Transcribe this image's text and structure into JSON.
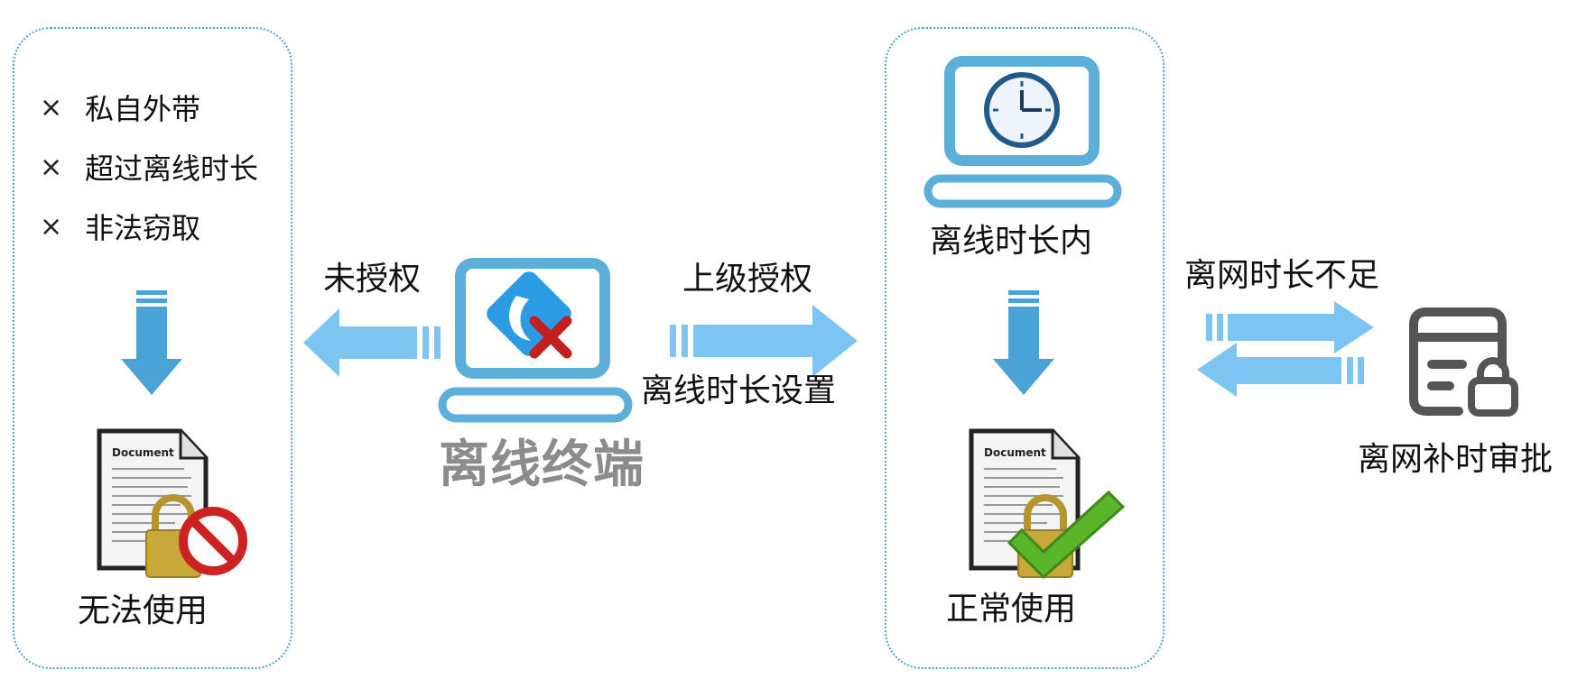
{
  "left_panel": {
    "restrictions": [
      {
        "icon": "cross-icon",
        "mark": "×",
        "label": "私自外带"
      },
      {
        "icon": "cross-icon",
        "mark": "×",
        "label": "超过离线时长"
      },
      {
        "icon": "cross-icon",
        "mark": "×",
        "label": "非法窃取"
      }
    ],
    "result_label": "无法使用"
  },
  "center": {
    "label": "离线终端",
    "left_arrow_label": "未授权",
    "right_arrow_top_label": "上级授权",
    "right_arrow_bottom_label": "离线时长设置"
  },
  "middle_panel": {
    "top_label": "离线时长内",
    "result_label": "正常使用"
  },
  "right": {
    "arrow_label": "离网时长不足",
    "approval_label": "离网补时审批"
  },
  "document_icon": {
    "title": "Document"
  },
  "colors": {
    "panel_border": "#4aa3d6",
    "laptop_blue": "#5bafd9",
    "arrow_light_blue": "#7cc4f2",
    "arrow_mid_blue": "#4aa3d6",
    "center_label_gray": "#8c8c8c",
    "approval_icon_gray": "#555555",
    "deny_red": "#cc2222",
    "approve_green": "#5ab52a",
    "lock_gold": "#c9a83a"
  }
}
